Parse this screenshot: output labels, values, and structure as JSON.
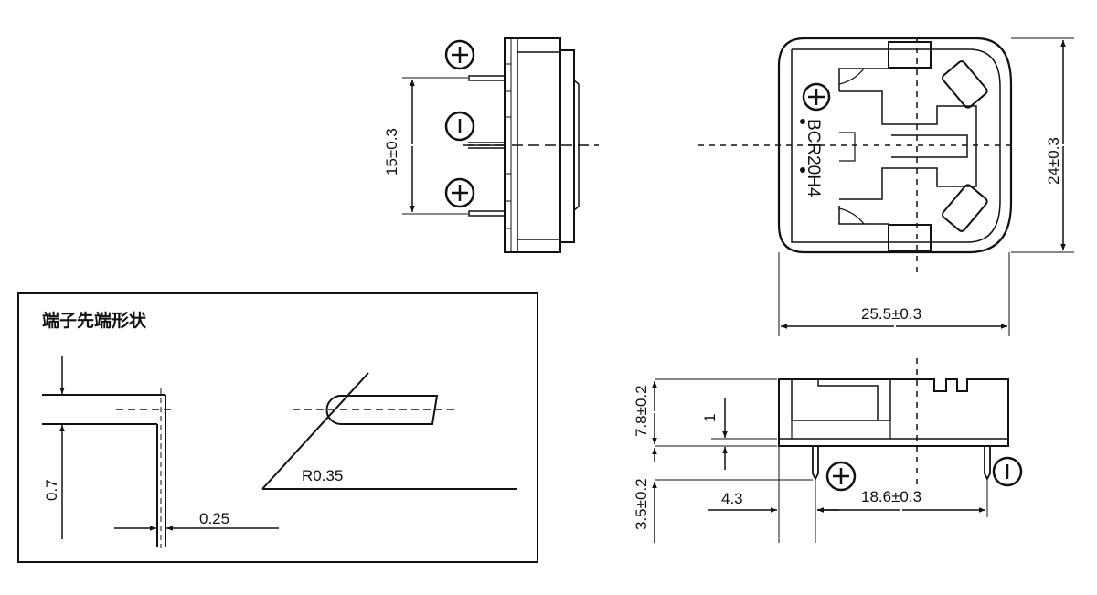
{
  "detail_box": {
    "title": "端子先端形状",
    "dim_thickness": "0.7",
    "dim_width": "0.25",
    "dim_radius": "R0.35"
  },
  "side_view": {
    "pitch": "15±0.3",
    "terminal_top": "⊕",
    "terminal_middle": "⊖",
    "terminal_bottom": "⊕"
  },
  "top_view": {
    "marking": "BCR20H4",
    "polarity": "⊕",
    "height": "24±0.3",
    "width": "25.5±0.3"
  },
  "front_view": {
    "body_height": "7.8±0.2",
    "step": "1",
    "pin_length": "3.5±0.2",
    "pin_offset": "4.3",
    "pin_pitch": "18.6±0.3",
    "pin_left": "⊕",
    "pin_right": "⊖"
  }
}
